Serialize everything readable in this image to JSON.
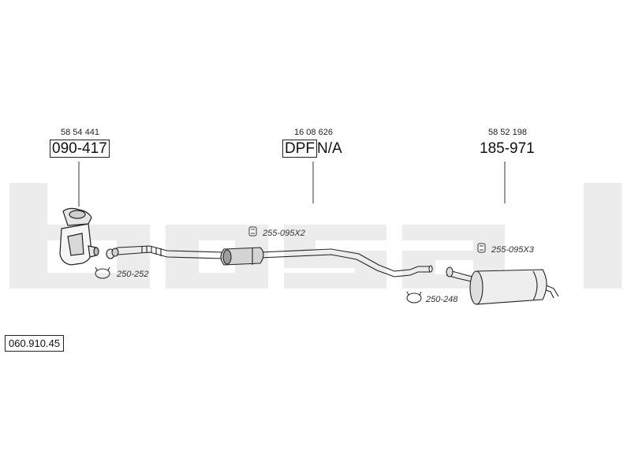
{
  "callouts": {
    "left": {
      "oem": "58 54 441",
      "part": "090-417"
    },
    "middle": {
      "oem": "16 08 626",
      "dpf_label": "DPF",
      "part": "N/A"
    },
    "right": {
      "oem": "58 52 198",
      "part": "185-971"
    }
  },
  "refs": {
    "clamp_left": "250-252",
    "mount_mid": "255-095X2",
    "clamp_mid": "250-248",
    "mount_right": "255-095X3"
  },
  "diagram_id": "060.910.45",
  "colors": {
    "watermark": "#ebebeb",
    "ink": "#222222",
    "shade": "#bdbdbd"
  }
}
